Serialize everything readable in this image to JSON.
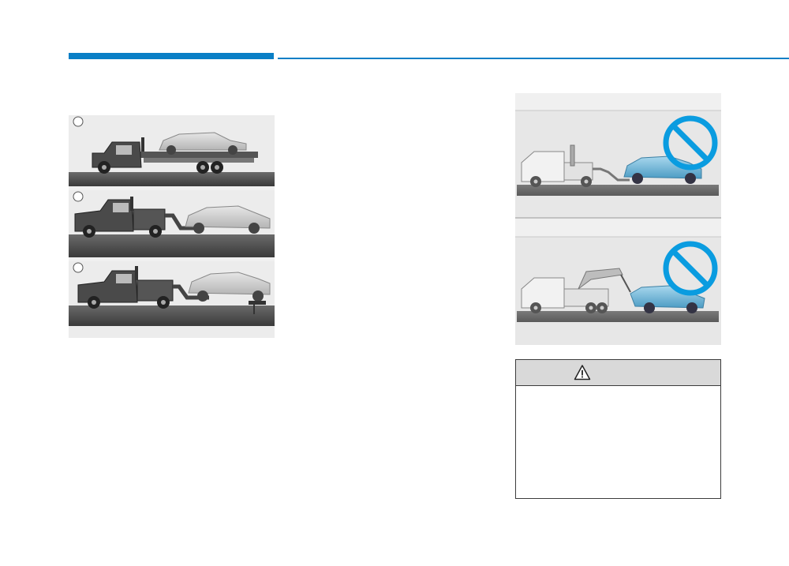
{
  "header": {
    "accent_color": "#0a7fc6"
  },
  "figure_left": {
    "badges": [
      "",
      "",
      ""
    ],
    "illustrations": [
      "flatbed-tow-truck-carrying-car",
      "wheel-lift-tow-truck-towing-car",
      "wheel-lift-tow-truck-with-wheel-dollies"
    ]
  },
  "figure_right": {
    "illustrations": [
      "prohibited-sling-type-tow",
      "prohibited-crane-type-tow"
    ],
    "prohibition_color": "#0a9ce0",
    "car_color": "#6fb7dc"
  },
  "caution": {
    "icon": "warning-triangle-icon",
    "header_bg": "#d9d9d9"
  }
}
